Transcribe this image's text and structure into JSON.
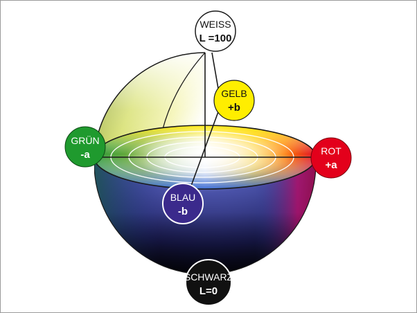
{
  "labels": {
    "white": {
      "name": "WEISS",
      "value": "L =100",
      "fill": "#ffffff",
      "text_color": "#111111"
    },
    "black": {
      "name": "SCHWARZ",
      "value": "L=0",
      "fill": "#111111",
      "text_color": "#ffffff"
    },
    "yellow": {
      "name": "GELB",
      "value": "+b",
      "fill": "#ffee00",
      "text_color": "#111111"
    },
    "blue": {
      "name": "BLAU",
      "value": "-b",
      "fill": "#3b2a8c",
      "text_color": "#ffffff"
    },
    "red": {
      "name": "ROT",
      "value": "+a",
      "fill": "#e3001b",
      "text_color": "#ffffff"
    },
    "green": {
      "name": "GRÜN",
      "value": "-a",
      "fill": "#1f9a2e",
      "text_color": "#ffffff"
    }
  },
  "colors": {
    "sphere_upper_left": "#c8d84a",
    "sphere_lower": "#2a2a7a",
    "equator_yellow": "#ffe600",
    "equator_red": "#e0103a",
    "equator_blue": "#3050c0",
    "equator_green": "#3aa040"
  }
}
